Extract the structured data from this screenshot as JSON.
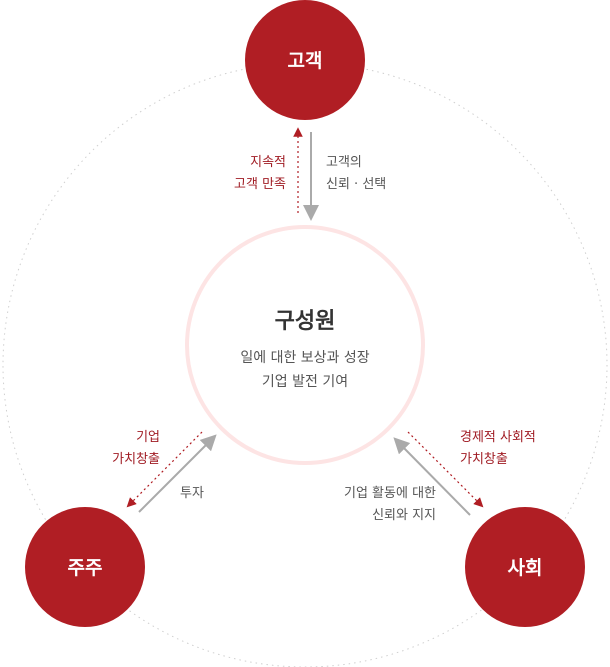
{
  "colors": {
    "node_fill": "#b01e24",
    "center_ring": "#fde4e4",
    "outer_dots": "#cccccc",
    "red_arrow": "#b01e24",
    "gray_arrow": "#aaaaaa",
    "red_text": "#a01c24",
    "gray_text": "#555555"
  },
  "nodes": {
    "customer": "고객",
    "shareholder": "주주",
    "society": "사회"
  },
  "center": {
    "title": "구성원",
    "line1": "일에 대한 보상과 성장",
    "line2": "기업 발전 기여"
  },
  "customer_link": {
    "red_line1": "지속적",
    "red_line2": "고객 만족",
    "gray_line1": "고객의",
    "gray_line2": "신뢰 · 선택"
  },
  "shareholder_link": {
    "red_line1": "기업",
    "red_line2": "가치창출",
    "gray_line1": "투자"
  },
  "society_link": {
    "red_line1": "경제적 사회적",
    "red_line2": "가치창출",
    "gray_line1": "기업 활동에 대한",
    "gray_line2": "신뢰와 지지"
  }
}
